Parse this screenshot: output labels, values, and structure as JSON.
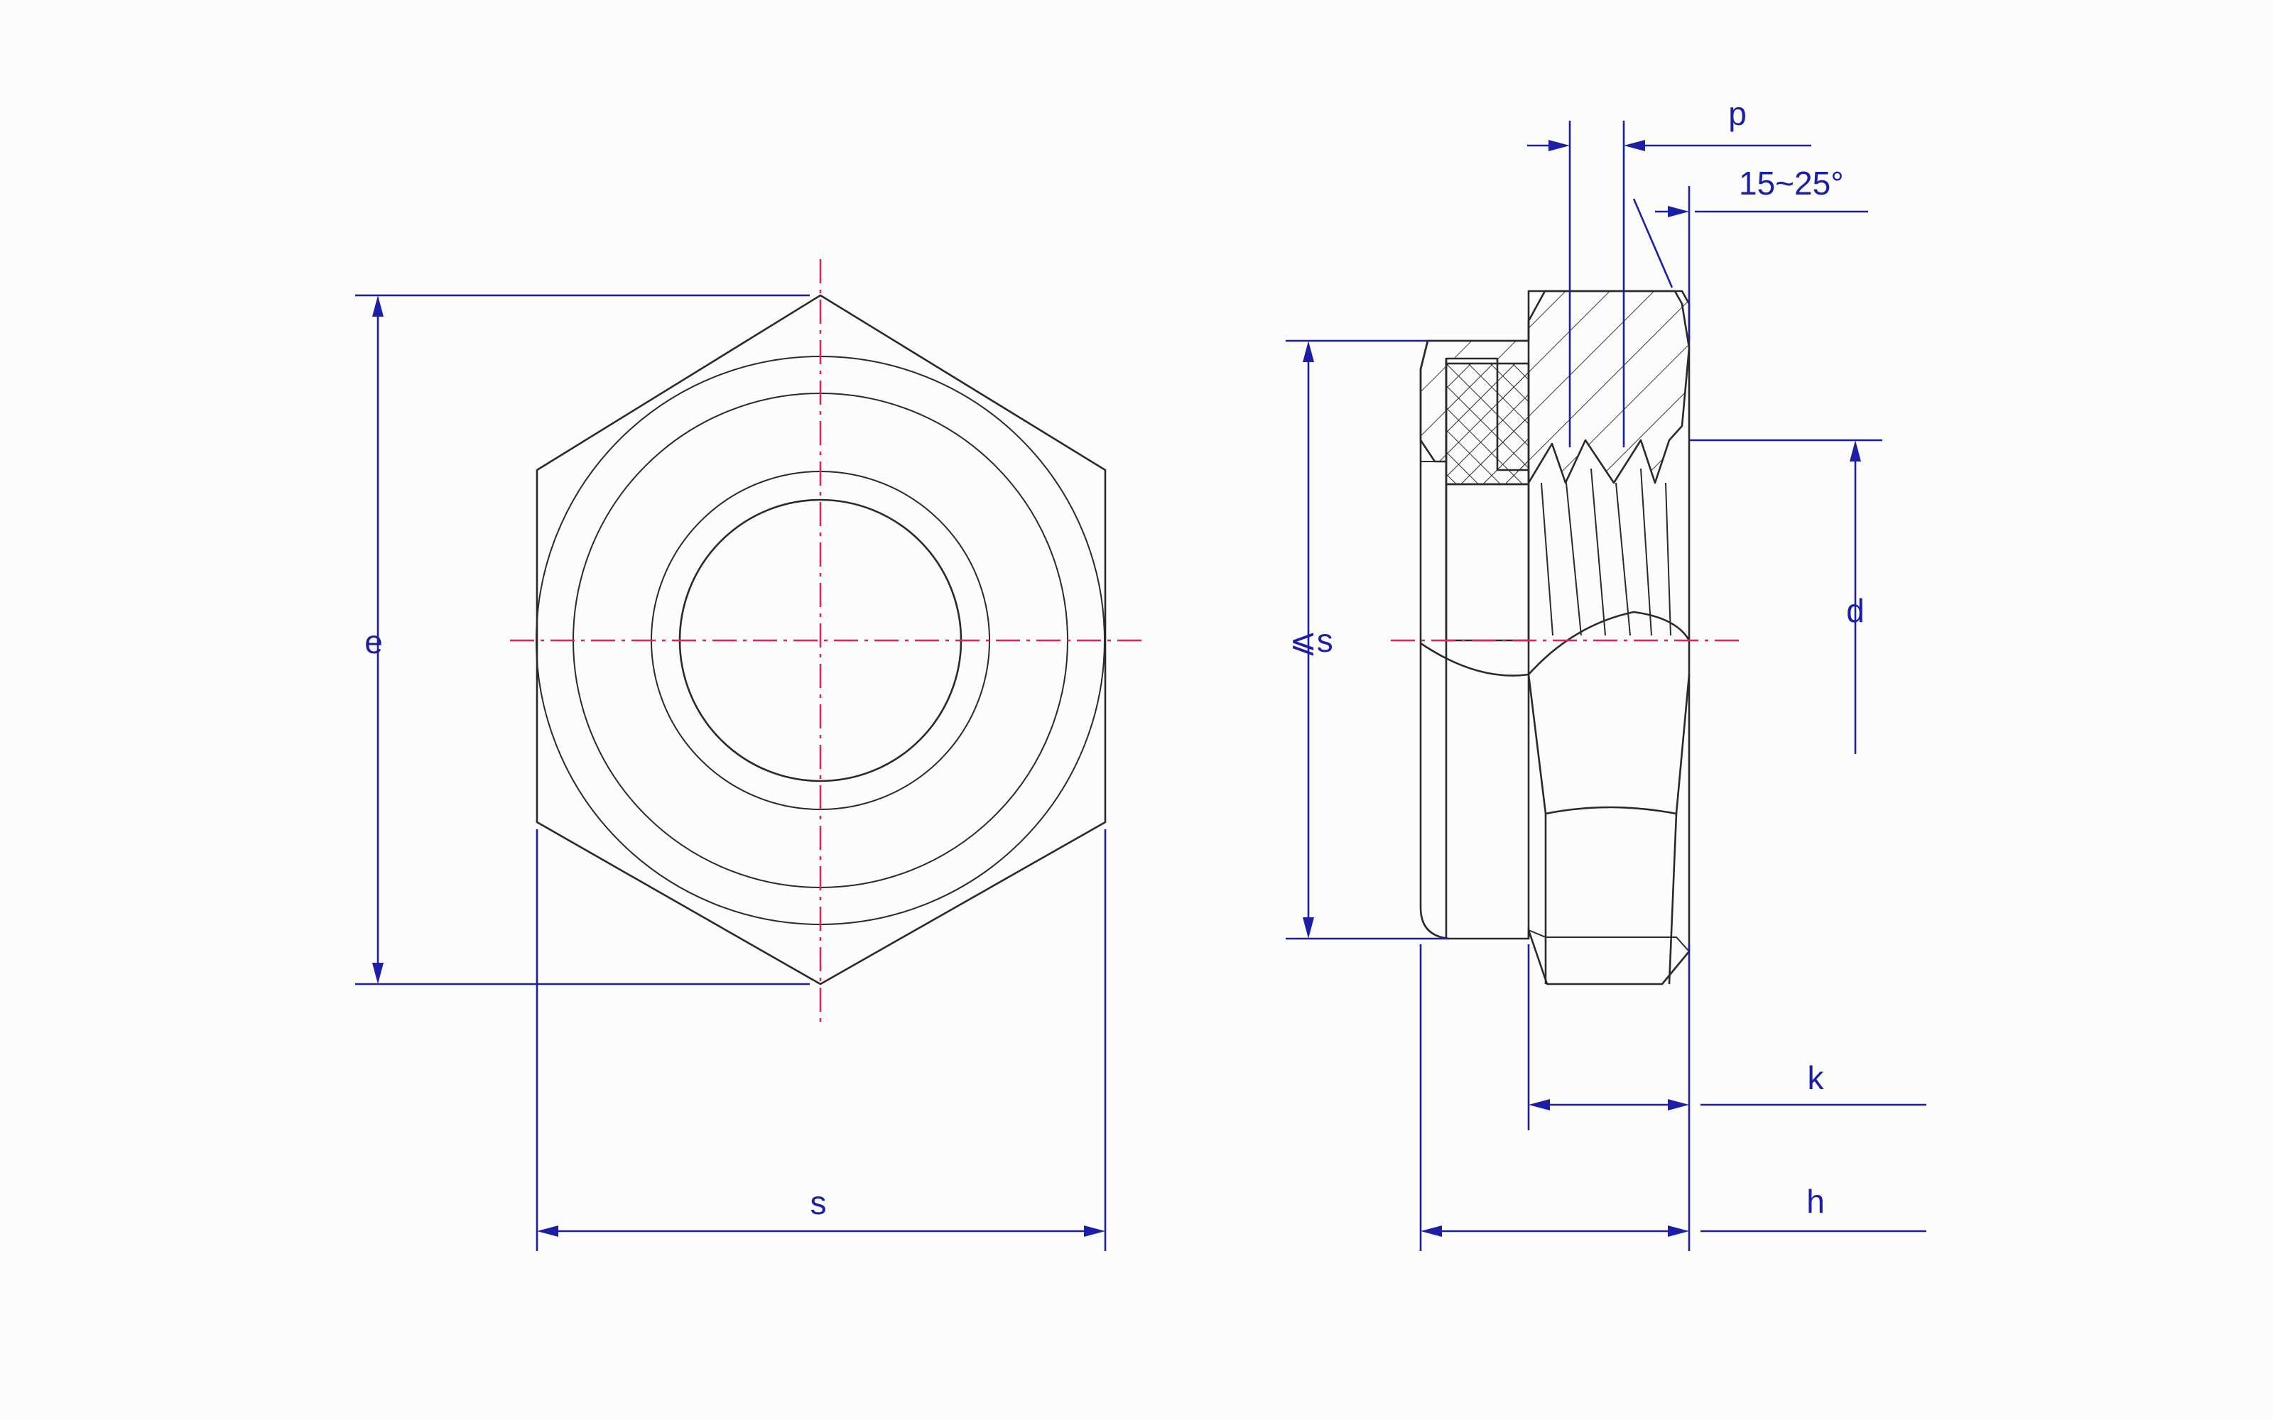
{
  "labels": {
    "e": "e",
    "s_front": "s",
    "s_side": "⩽s",
    "p": "p",
    "angle": "15~25°",
    "d": "d",
    "k": "k",
    "h": "h"
  },
  "colors": {
    "outline": "#2a2a2a",
    "dimension": "#1c1fa6",
    "centerline": "#e0245e",
    "background": "#fcfcfd"
  }
}
